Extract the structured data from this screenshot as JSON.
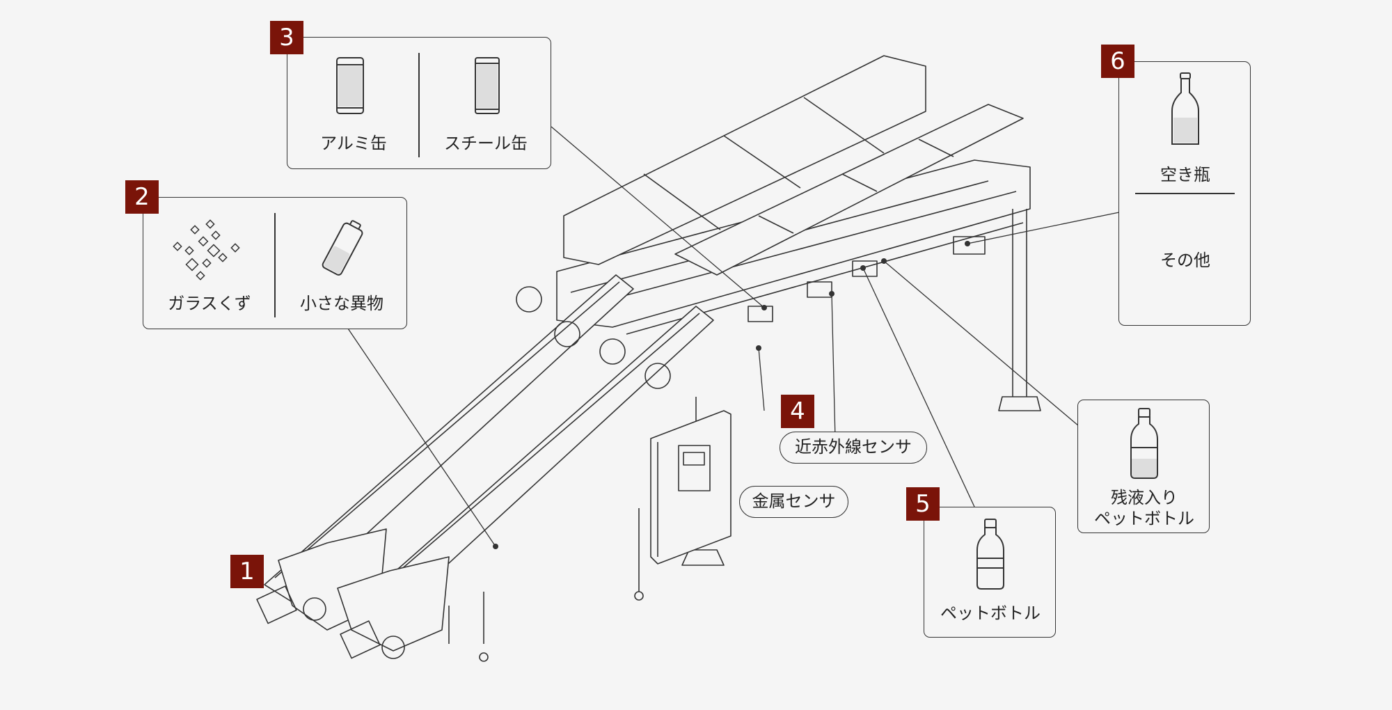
{
  "brand_color": "#7a1409",
  "callouts": {
    "c1": {
      "number": "1"
    },
    "c2": {
      "number": "2",
      "items": [
        "ガラスくず",
        "小さな異物"
      ]
    },
    "c3": {
      "number": "3",
      "items": [
        "アルミ缶",
        "スチール缶"
      ]
    },
    "c4": {
      "number": "4",
      "label": "近赤外線センサ"
    },
    "c5": {
      "number": "5",
      "label": "ペットボトル"
    },
    "c6": {
      "number": "6",
      "items": [
        "空き瓶",
        "その他"
      ]
    }
  },
  "sensors": {
    "metal": "金属センサ"
  },
  "residual": {
    "line1": "残液入り",
    "line2": "ペットボトル"
  }
}
